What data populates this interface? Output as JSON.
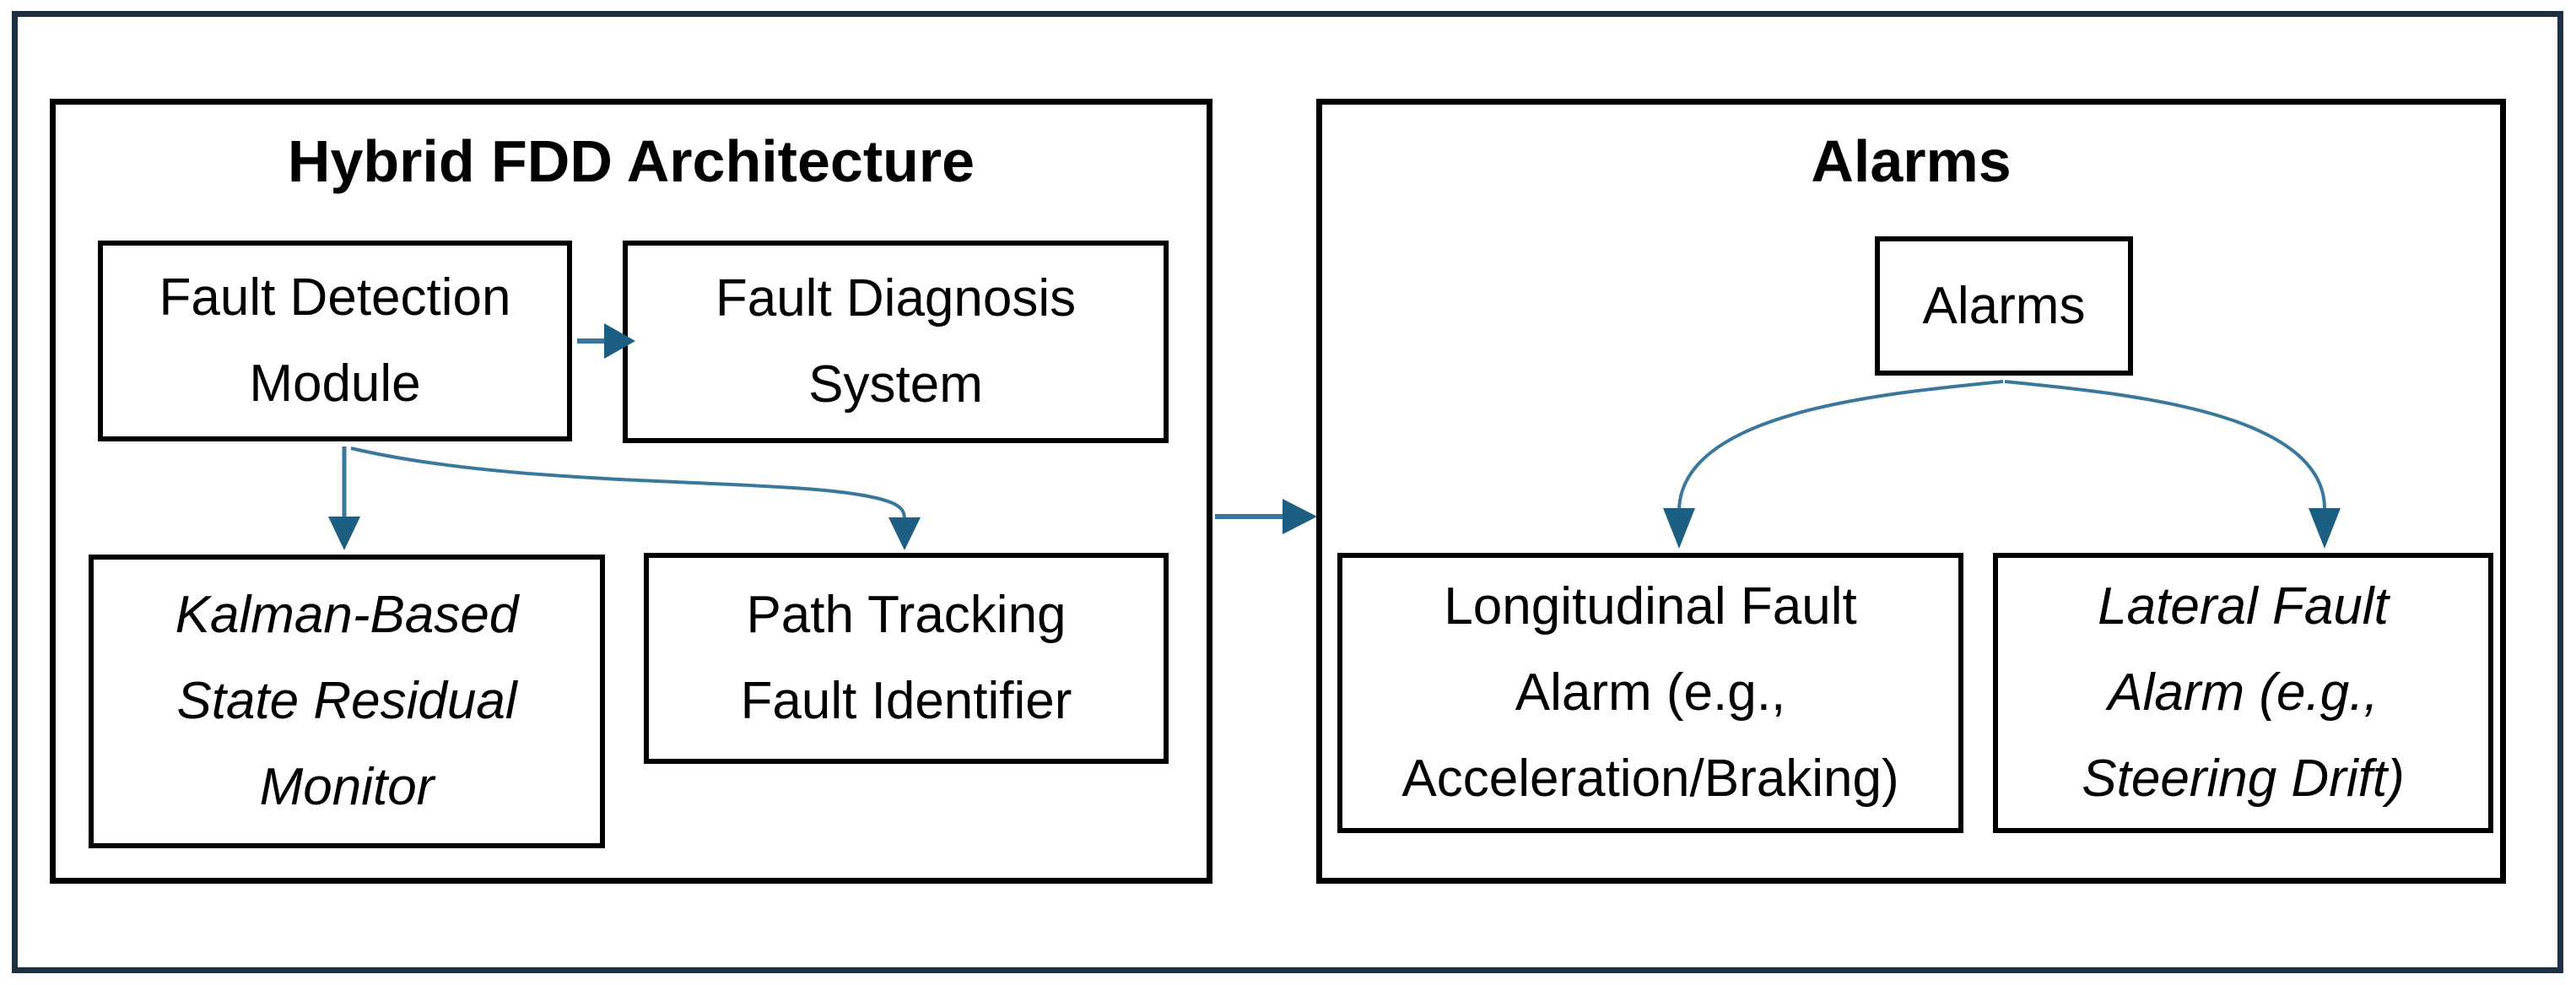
{
  "diagram": {
    "left_panel": {
      "title": "Hybrid FDD Architecture",
      "boxes": {
        "fault_detection": {
          "lines": [
            "Fault Detection",
            "Module"
          ]
        },
        "fault_diagnosis": {
          "lines": [
            "Fault Diagnosis",
            "System"
          ]
        },
        "kalman_monitor": {
          "lines": [
            "Kalman-Based",
            "State Residual",
            "Monitor"
          ],
          "text_style": "italic"
        },
        "path_tracking": {
          "lines": [
            "Path Tracking",
            "Fault Identifier"
          ]
        }
      }
    },
    "right_panel": {
      "title": "Alarms",
      "boxes": {
        "alarms_source": {
          "lines": [
            "Alarms"
          ]
        },
        "longitudinal": {
          "lines": [
            "Longitudinal Fault",
            "Alarm (e.g.,",
            "Acceleration/Braking)"
          ]
        },
        "lateral": {
          "lines": [
            "Lateral Fault",
            "Alarm (e.g.,",
            "Steering Drift)"
          ],
          "text_style": "italic"
        }
      }
    },
    "connections": [
      "fault_detection -> fault_diagnosis",
      "fault_detection -> kalman_monitor",
      "fault_detection -> path_tracking",
      "left_panel -> right_panel",
      "alarms_source -> longitudinal",
      "alarms_source -> lateral"
    ],
    "colors": {
      "arrow_line": "#3a779c",
      "arrow_head": "#1d5f82",
      "outer_border": "#1e3042",
      "box_border": "#000000",
      "background": "#ffffff"
    }
  }
}
